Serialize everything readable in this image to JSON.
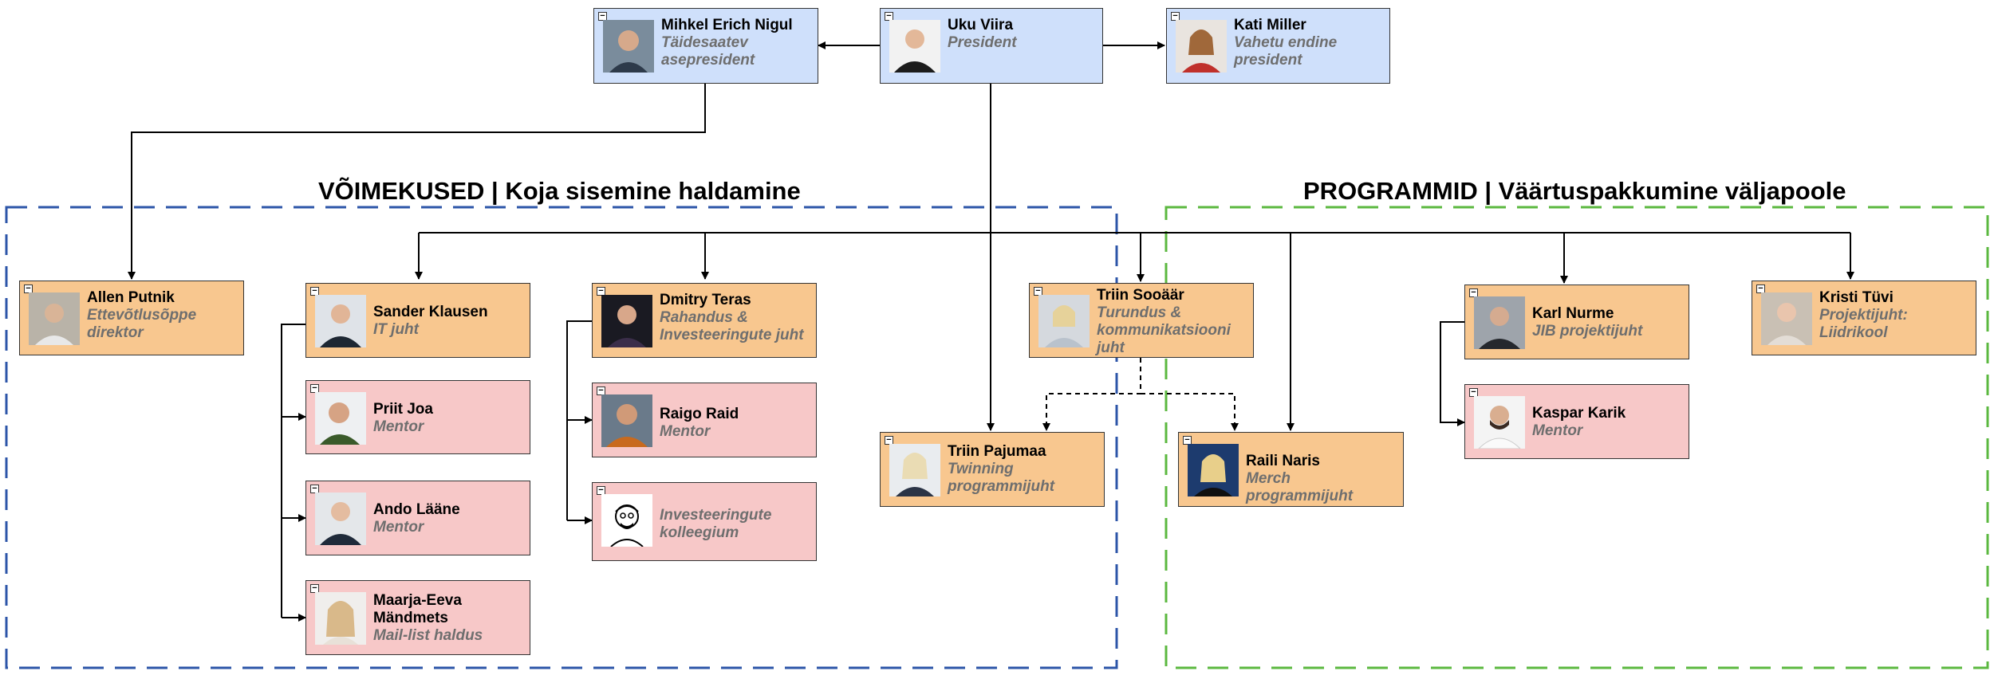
{
  "sections": {
    "capabilities_title": "VÕIMEKUSED | Koja sisemine haldamine",
    "programs_title": "PROGRAMMID | Väärtuspakkumine väljapoole"
  },
  "colors": {
    "blue_card": "#cfe0fb",
    "orange_card": "#f8c78f",
    "pink_card": "#f7c8c8",
    "capabilities_border": "#2c55a8",
    "programs_border": "#5bb83f"
  },
  "collapse_symbol": "−",
  "people": {
    "mihkel": {
      "name": "Mihkel Erich Nigul",
      "role": "Täidesaatev asepresident"
    },
    "uku": {
      "name": "Uku Viira",
      "role": "President"
    },
    "kati": {
      "name": "Kati Miller",
      "role": "Vahetu endine president"
    },
    "allen": {
      "name": "Allen Putnik",
      "role": "Ettevõtlusõppe direktor"
    },
    "sander": {
      "name": "Sander Klausen",
      "role": "IT juht"
    },
    "dmitry": {
      "name": "Dmitry Teras",
      "role": "Rahandus & Investeeringute juht"
    },
    "triin_s": {
      "name": "Triin Sooäär",
      "role": "Turundus & kommunikatsiooni juht"
    },
    "karl": {
      "name": "Karl Nurme",
      "role": "JIB projektijuht"
    },
    "kristi": {
      "name": "Kristi Tüvi",
      "role": "Projektijuht: Liidrikool"
    },
    "priit": {
      "name": "Priit Joa",
      "role": "Mentor"
    },
    "ando": {
      "name": "Ando Lääne",
      "role": "Mentor"
    },
    "maarja": {
      "name": "Maarja-Eeva Mändmets",
      "role": "Mail-list haldus"
    },
    "raigo": {
      "name": "Raigo Raid",
      "role": "Mentor"
    },
    "invest": {
      "name": "",
      "role": "Investeeringute kolleegium"
    },
    "triin_p": {
      "name": "Triin Pajumaa",
      "role": "Twinning programmijuht"
    },
    "raili": {
      "name": "Raili Naris",
      "role": "Merch programmijuht"
    },
    "kaspar": {
      "name": "Kaspar Karik",
      "role": "Mentor"
    }
  }
}
